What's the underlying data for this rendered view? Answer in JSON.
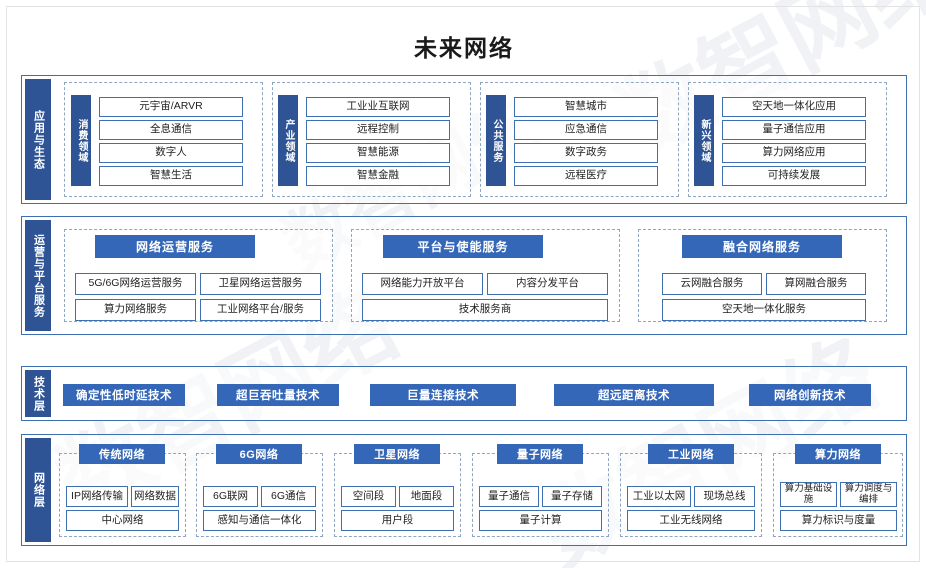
{
  "title": "未来网络",
  "colors": {
    "frame_border": "#e3e3e3",
    "layer_border": "#3e6fb0",
    "tab_blue": "#2f5496",
    "header_blue": "#3567b8",
    "dashed_border": "#8fa5c4",
    "box_border": "#3e6fb0",
    "text": "#1f1f1f"
  },
  "watermark_text": "数智网络",
  "layers": [
    {
      "id": "application",
      "tab_label": "应用与生态",
      "groups": [
        {
          "id": "consumer",
          "vtab_label": "消费领域",
          "items": [
            "元宇宙/ARVR",
            "全息通信",
            "数字人",
            "智慧生活"
          ]
        },
        {
          "id": "industry",
          "vtab_label": "产业领域",
          "items": [
            "工业业互联网",
            "远程控制",
            "智慧能源",
            "智慧金融"
          ]
        },
        {
          "id": "public-service",
          "vtab_label": "公共服务",
          "items": [
            "智慧城市",
            "应急通信",
            "数字政务",
            "远程医疗"
          ]
        },
        {
          "id": "emerging",
          "vtab_label": "新兴领域",
          "items": [
            "空天地一体化应用",
            "量子通信应用",
            "算力网络应用",
            "可持续发展"
          ]
        }
      ]
    },
    {
      "id": "operations",
      "tab_label": "运营与平台服务",
      "groups": [
        {
          "id": "network-operation",
          "header": "网络运营服务",
          "rows": [
            [
              "5G/6G网络运营服务",
              "卫星网络运营服务"
            ],
            [
              "算力网络服务",
              "工业网络平台/服务"
            ]
          ]
        },
        {
          "id": "platform-enabling",
          "header": "平台与使能服务",
          "rows": [
            [
              "网络能力开放平台",
              "内容分发平台"
            ],
            [
              "技术服务商"
            ]
          ]
        },
        {
          "id": "converged-network",
          "header": "融合网络服务",
          "rows": [
            [
              "云网融合服务",
              "算网融合服务"
            ],
            [
              "空天地一体化服务"
            ]
          ]
        }
      ]
    },
    {
      "id": "technology",
      "tab_label": "技术层",
      "pills": [
        "确定性低时延技术",
        "超巨吞吐量技术",
        "巨量连接技术",
        "超远距离技术",
        "网络创新技术"
      ]
    },
    {
      "id": "network",
      "tab_label": "网络层",
      "groups": [
        {
          "id": "traditional-network",
          "header": "传统网络",
          "rows": [
            [
              "IP网络传输",
              "网络数据"
            ],
            [
              "中心网络"
            ]
          ]
        },
        {
          "id": "6g-network",
          "header": "6G网络",
          "rows": [
            [
              "6G联网",
              "6G通信"
            ],
            [
              "感知与通信一体化"
            ]
          ]
        },
        {
          "id": "satellite-network",
          "header": "卫星网络",
          "rows": [
            [
              "空间段",
              "地面段"
            ],
            [
              "用户段"
            ]
          ]
        },
        {
          "id": "quantum-network",
          "header": "量子网络",
          "rows": [
            [
              "量子通信",
              "量子存储"
            ],
            [
              "量子计算"
            ]
          ]
        },
        {
          "id": "industrial-network",
          "header": "工业网络",
          "rows": [
            [
              "工业以太网",
              "现场总线"
            ],
            [
              "工业无线网络"
            ]
          ]
        },
        {
          "id": "computing-power-network",
          "header": "算力网络",
          "rows": [
            [
              "算力基础设施",
              "算力调度与编排"
            ],
            [
              "算力标识与度量"
            ]
          ]
        }
      ]
    }
  ]
}
